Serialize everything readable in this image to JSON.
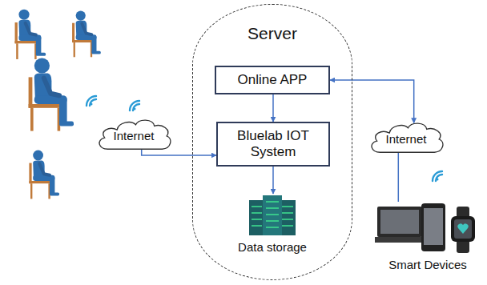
{
  "diagram": {
    "nodes": [
      {
        "text": [
          "Server"
        ]
      },
      {
        "text": [
          "Internet"
        ]
      },
      {
        "text": [
          "Online APP"
        ],
        "in": 0
      },
      {
        "text": [
          "Bluelab IOT System"
        ],
        "in": 0
      },
      {
        "text": [
          "Data storage"
        ],
        "in": 0
      },
      {
        "text": [
          "Internet"
        ]
      },
      {
        "text": [
          "Smart Devices"
        ]
      }
    ],
    "edges": [
      {
        "from": 1,
        "to": 3,
        "arrow": "to"
      },
      {
        "from": 2,
        "to": 3,
        "arrow": "to"
      },
      {
        "from": 3,
        "to": 4,
        "arrow": "to"
      },
      {
        "from": 2,
        "to": 5,
        "arrow": "both"
      },
      {
        "from": 5,
        "to": 6,
        "arrow": "none"
      }
    ]
  }
}
